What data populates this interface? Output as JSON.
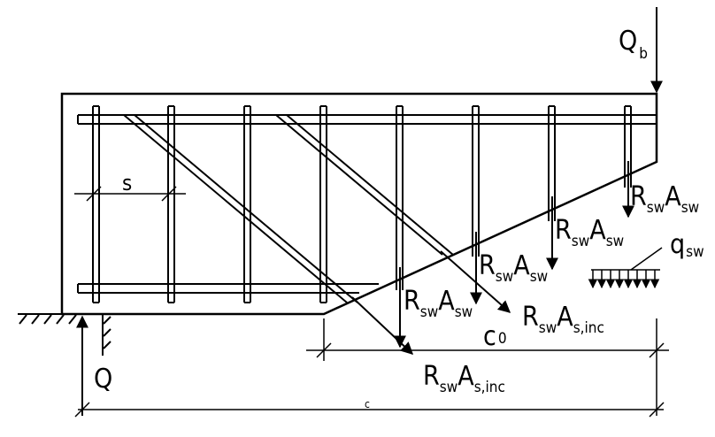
{
  "labels": {
    "Qb_main": "Q",
    "Qb_sub": "b",
    "Q": "Q",
    "s": "s",
    "c0_main": "c",
    "c0_sub": "0",
    "c": "c",
    "q_sw_main": "q",
    "q_sw_sub": "sw",
    "R": "R",
    "A": "A",
    "sw": "sw",
    "s_inc": "s,inc"
  }
}
